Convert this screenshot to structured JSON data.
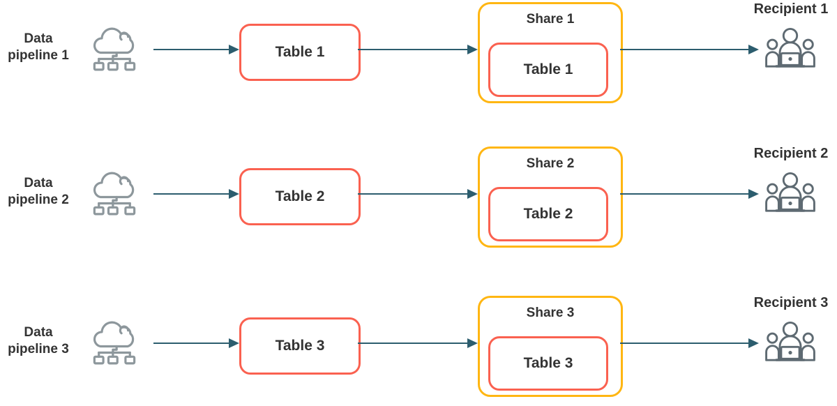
{
  "colors": {
    "coral": "#fa6150",
    "amber": "#ffb612",
    "arrow": "#2c5d6e",
    "cloud-gray": "#8d979c",
    "people-gray": "#5e6a72",
    "text": "#333333"
  },
  "icons": {
    "source": "cloud-network-icon",
    "recipient": "people-group-laptop-icon"
  },
  "rows": [
    {
      "pipeline_label": "Data\npipeline 1",
      "table_label": "Table 1",
      "share_label": "Share 1",
      "share_table_label": "Table 1",
      "recipient_label": "Recipient 1"
    },
    {
      "pipeline_label": "Data\npipeline 2",
      "table_label": "Table 2",
      "share_label": "Share 2",
      "share_table_label": "Table 2",
      "recipient_label": "Recipient 2"
    },
    {
      "pipeline_label": "Data\npipeline 3",
      "table_label": "Table 3",
      "share_label": "Share 3",
      "share_table_label": "Table 3",
      "recipient_label": "Recipient 3"
    }
  ]
}
